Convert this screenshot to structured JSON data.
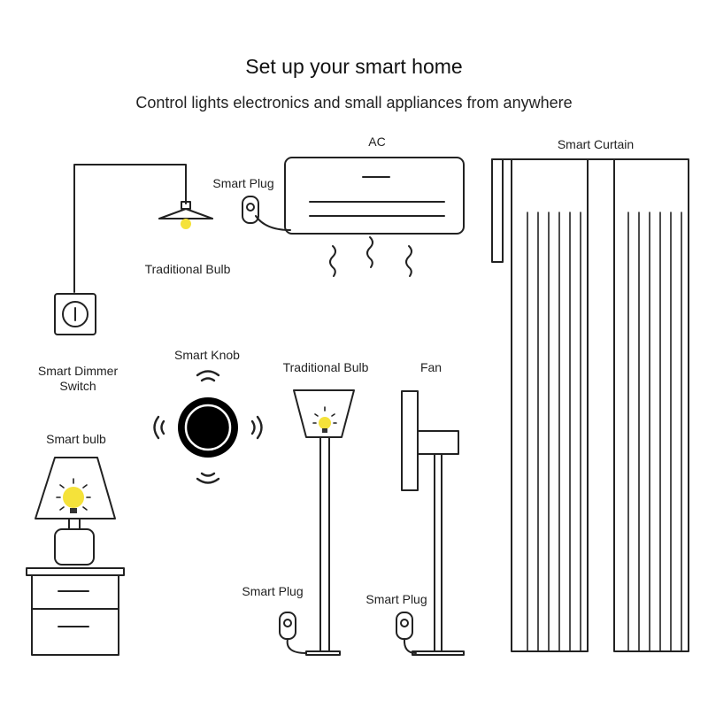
{
  "header": {
    "title": "Set up your smart home",
    "subtitle": "Control lights electronics and small appliances from anywhere"
  },
  "labels": {
    "ac": "AC",
    "smart_curtain": "Smart Curtain",
    "smart_plug_top": "Smart Plug",
    "traditional_bulb_top": "Traditional Bulb",
    "smart_dimmer_switch_line1": "Smart Dimmer",
    "smart_dimmer_switch_line2": "Switch",
    "smart_knob": "Smart Knob",
    "traditional_bulb_floor": "Traditional Bulb",
    "fan": "Fan",
    "smart_bulb": "Smart bulb",
    "smart_plug_lamp": "Smart Plug",
    "smart_plug_fan": "Smart Plug"
  },
  "colors": {
    "line": "#222222",
    "bulb_yellow": "#f5e23a",
    "knob_black": "#000000"
  },
  "icons": [
    "ceiling-lamp-icon",
    "wall-switch-icon",
    "air-conditioner-icon",
    "smart-plug-icon",
    "curtain-icon",
    "smart-knob-icon",
    "floor-lamp-icon",
    "fan-icon",
    "table-lamp-icon",
    "nightstand-icon"
  ]
}
